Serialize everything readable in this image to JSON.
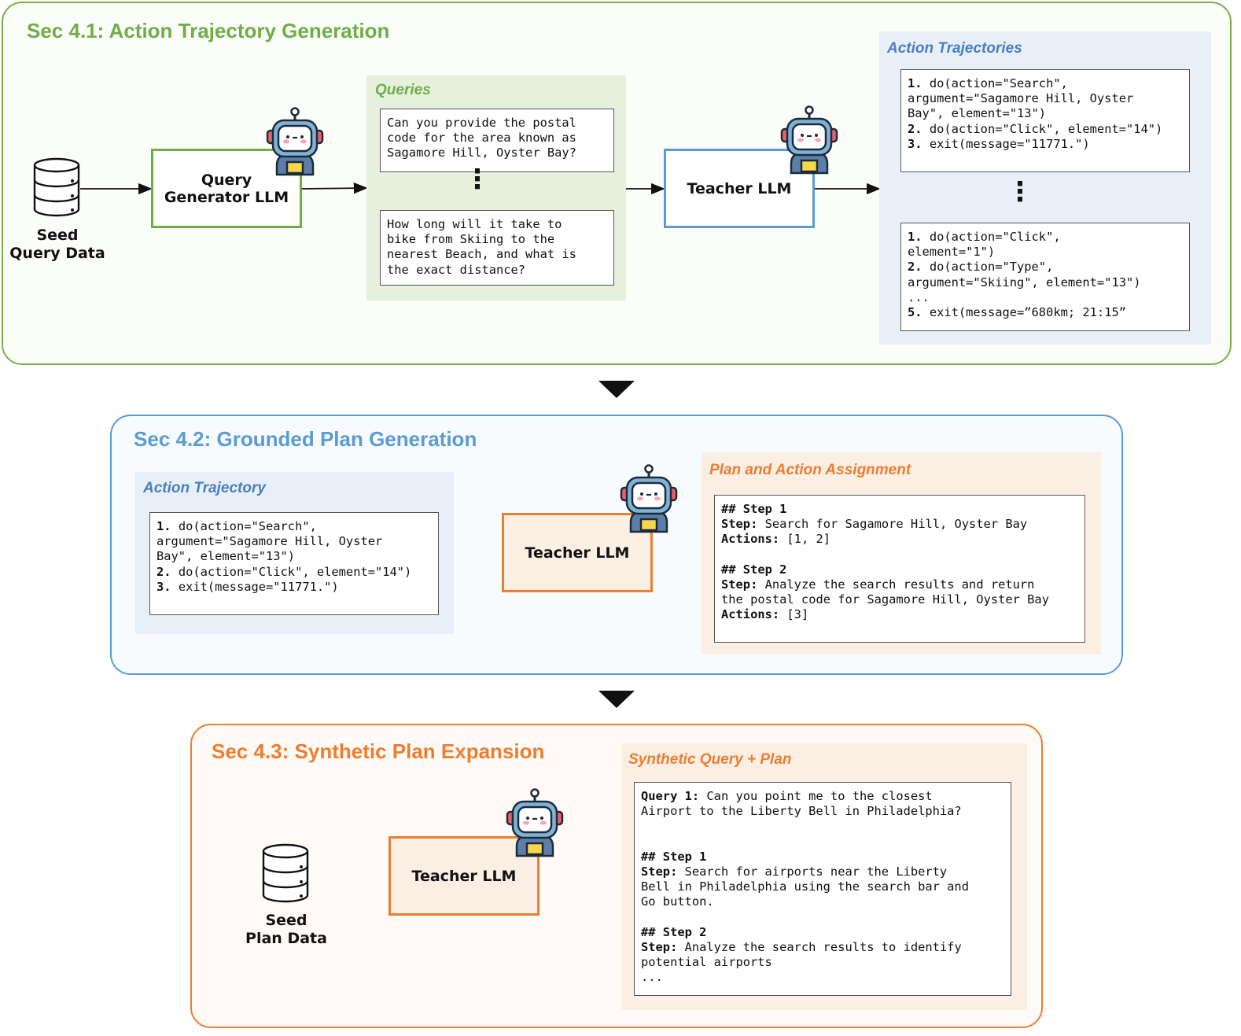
{
  "sections": {
    "s1": {
      "title": "Sec 4.1: Action Trajectory Generation",
      "seed_label": "Seed\nQuery Data",
      "generator_label": "Query\nGenerator LLM",
      "queries_title": "Queries",
      "query_1": "Can you provide the postal\ncode for the area known as\nSagamore Hill, Oyster Bay?",
      "query_2": "How long will it take to\nbike from Skiing to the\nnearest Beach, and what is\nthe exact distance?",
      "teacher_label": "Teacher LLM",
      "traj_title": "Action Trajectories",
      "traj_1": [
        {
          "n": "1.",
          "t": " do(action=\"Search\",\nargument=\"Sagamore Hill, Oyster\nBay\", element=\"13\")"
        },
        {
          "n": "\n2.",
          "t": " do(action=\"Click\", element=\"14\")"
        },
        {
          "n": "\n3.",
          "t": " exit(message=\"11771.\")"
        }
      ],
      "traj_2": [
        {
          "n": "1.",
          "t": " do(action=\"Click\",\nelement=\"1\")"
        },
        {
          "n": "\n2.",
          "t": " do(action=\"Type\",\nargument=\"Skiing\", element=\"13\")\n..."
        },
        {
          "n": "\n5.",
          "t": " exit(message=”680km; 21:15”"
        }
      ]
    },
    "s2": {
      "title": "Sec 4.2: Grounded Plan Generation",
      "traj_title": "Action Trajectory",
      "traj": [
        {
          "n": "1.",
          "t": " do(action=\"Search\",\nargument=\"Sagamore Hill, Oyster\nBay\", element=\"13\")"
        },
        {
          "n": "\n2.",
          "t": " do(action=\"Click\", element=\"14\")"
        },
        {
          "n": "\n3.",
          "t": " exit(message=\"11771.\")"
        }
      ],
      "teacher_label": "Teacher LLM",
      "plan_title": "Plan and Action Assignment",
      "plan": [
        {
          "n": "## Step 1\nStep:",
          "t": " Search for Sagamore Hill, Oyster Bay"
        },
        {
          "n": "\nActions:",
          "t": " [1, 2]\n"
        },
        {
          "n": "\n## Step 2\nStep:",
          "t": " Analyze the search results and return\nthe postal code for Sagamore Hill, Oyster Bay"
        },
        {
          "n": "\nActions:",
          "t": " [3]"
        }
      ]
    },
    "s3": {
      "title": "Sec 4.3: Synthetic Plan Expansion",
      "seed_label": "Seed\nPlan Data",
      "teacher_label": "Teacher LLM",
      "synth_title": "Synthetic Query + Plan",
      "synth": [
        {
          "n": "Query 1:",
          "t": " Can you point me to the closest\nAirport to the Liberty Bell in Philadelphia?\n\n"
        },
        {
          "n": "\n## Step 1\nStep:",
          "t": " Search for airports near the Liberty\nBell in Philadelphia using the search bar and\nGo button.\n"
        },
        {
          "n": "\n## Step 2\nStep:",
          "t": " Analyze the search results to identify\npotential airports\n..."
        }
      ]
    }
  },
  "colors": {
    "green": "#70ad47",
    "green_panel": "#e6f0dc",
    "blue": "#4a7fbf",
    "blue_panel": "#e8eff8",
    "orange": "#ed7d31",
    "orange_panel": "#fbefe4"
  },
  "icons": [
    "database-icon",
    "robot-icon",
    "arrow-icon",
    "down-triangle-icon"
  ]
}
